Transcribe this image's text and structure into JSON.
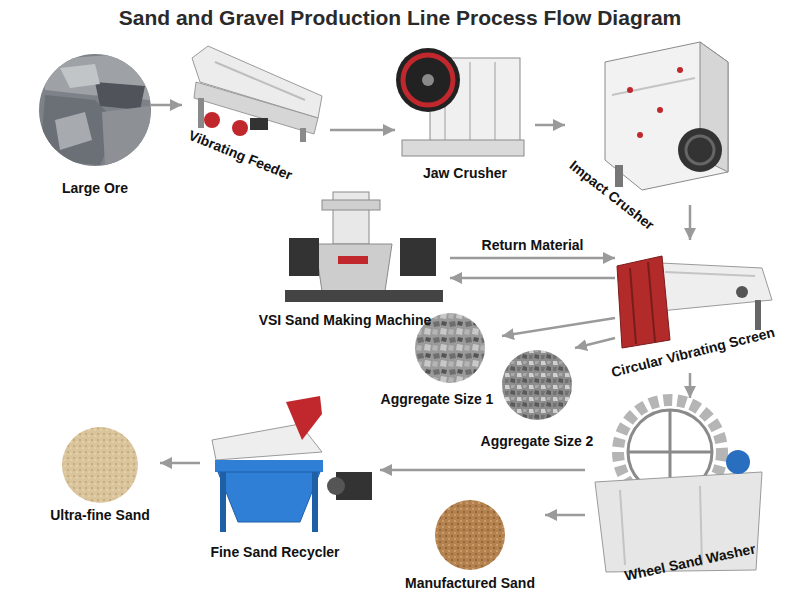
{
  "diagram": {
    "title": "Sand and Gravel Production Line Process Flow Diagram",
    "nodes": [
      {
        "text": [
          "Large Ore"
        ]
      },
      {
        "text": [
          "Vibrating Feeder"
        ]
      },
      {
        "text": [
          "Jaw Crusher"
        ]
      },
      {
        "text": [
          "Impact Crusher"
        ]
      },
      {
        "text": [
          "VSI Sand Making Machine"
        ]
      },
      {
        "text": [
          "Circular Vibrating Screen"
        ]
      },
      {
        "text": [
          "Aggregate Size 1"
        ]
      },
      {
        "text": [
          "Aggregate Size 2"
        ]
      },
      {
        "text": [
          "Ultra-fine Sand"
        ]
      },
      {
        "text": [
          "Fine Sand Recycler"
        ]
      },
      {
        "text": [
          "Wheel Sand Washer"
        ]
      },
      {
        "text": [
          "Manufactured Sand"
        ]
      }
    ],
    "edges": [
      {
        "from": 0,
        "to": 1,
        "arrow": "to"
      },
      {
        "from": 1,
        "to": 2,
        "arrow": "to"
      },
      {
        "from": 2,
        "to": 3,
        "arrow": "to"
      },
      {
        "from": 3,
        "to": 5,
        "arrow": "to"
      },
      {
        "from": 4,
        "to": 5,
        "label": "Return Material",
        "arrow": "to"
      },
      {
        "from": 5,
        "to": 4,
        "arrow": "to"
      },
      {
        "from": 5,
        "to": 6,
        "arrow": "to"
      },
      {
        "from": 5,
        "to": 7,
        "arrow": "to"
      },
      {
        "from": 5,
        "to": 10,
        "arrow": "to"
      },
      {
        "from": 10,
        "to": 9,
        "arrow": "to"
      },
      {
        "from": 10,
        "to": 11,
        "arrow": "to"
      },
      {
        "from": 9,
        "to": 8,
        "arrow": "to"
      }
    ]
  }
}
